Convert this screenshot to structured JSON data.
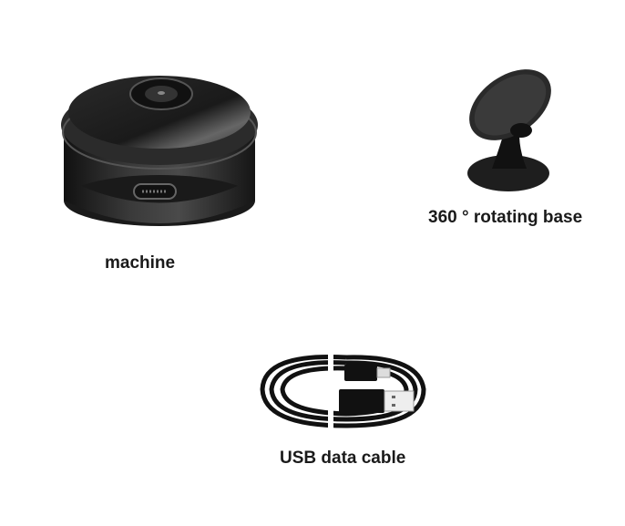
{
  "items": [
    {
      "label": "machine",
      "icon": "camera-icon"
    },
    {
      "label": "360 ° rotating base",
      "icon": "rotating-base-icon"
    },
    {
      "label": "USB data cable",
      "icon": "usb-cable-icon"
    }
  ],
  "colors": {
    "background": "#ffffff",
    "text": "#1a1a1a",
    "product": "#1c1c1c"
  }
}
